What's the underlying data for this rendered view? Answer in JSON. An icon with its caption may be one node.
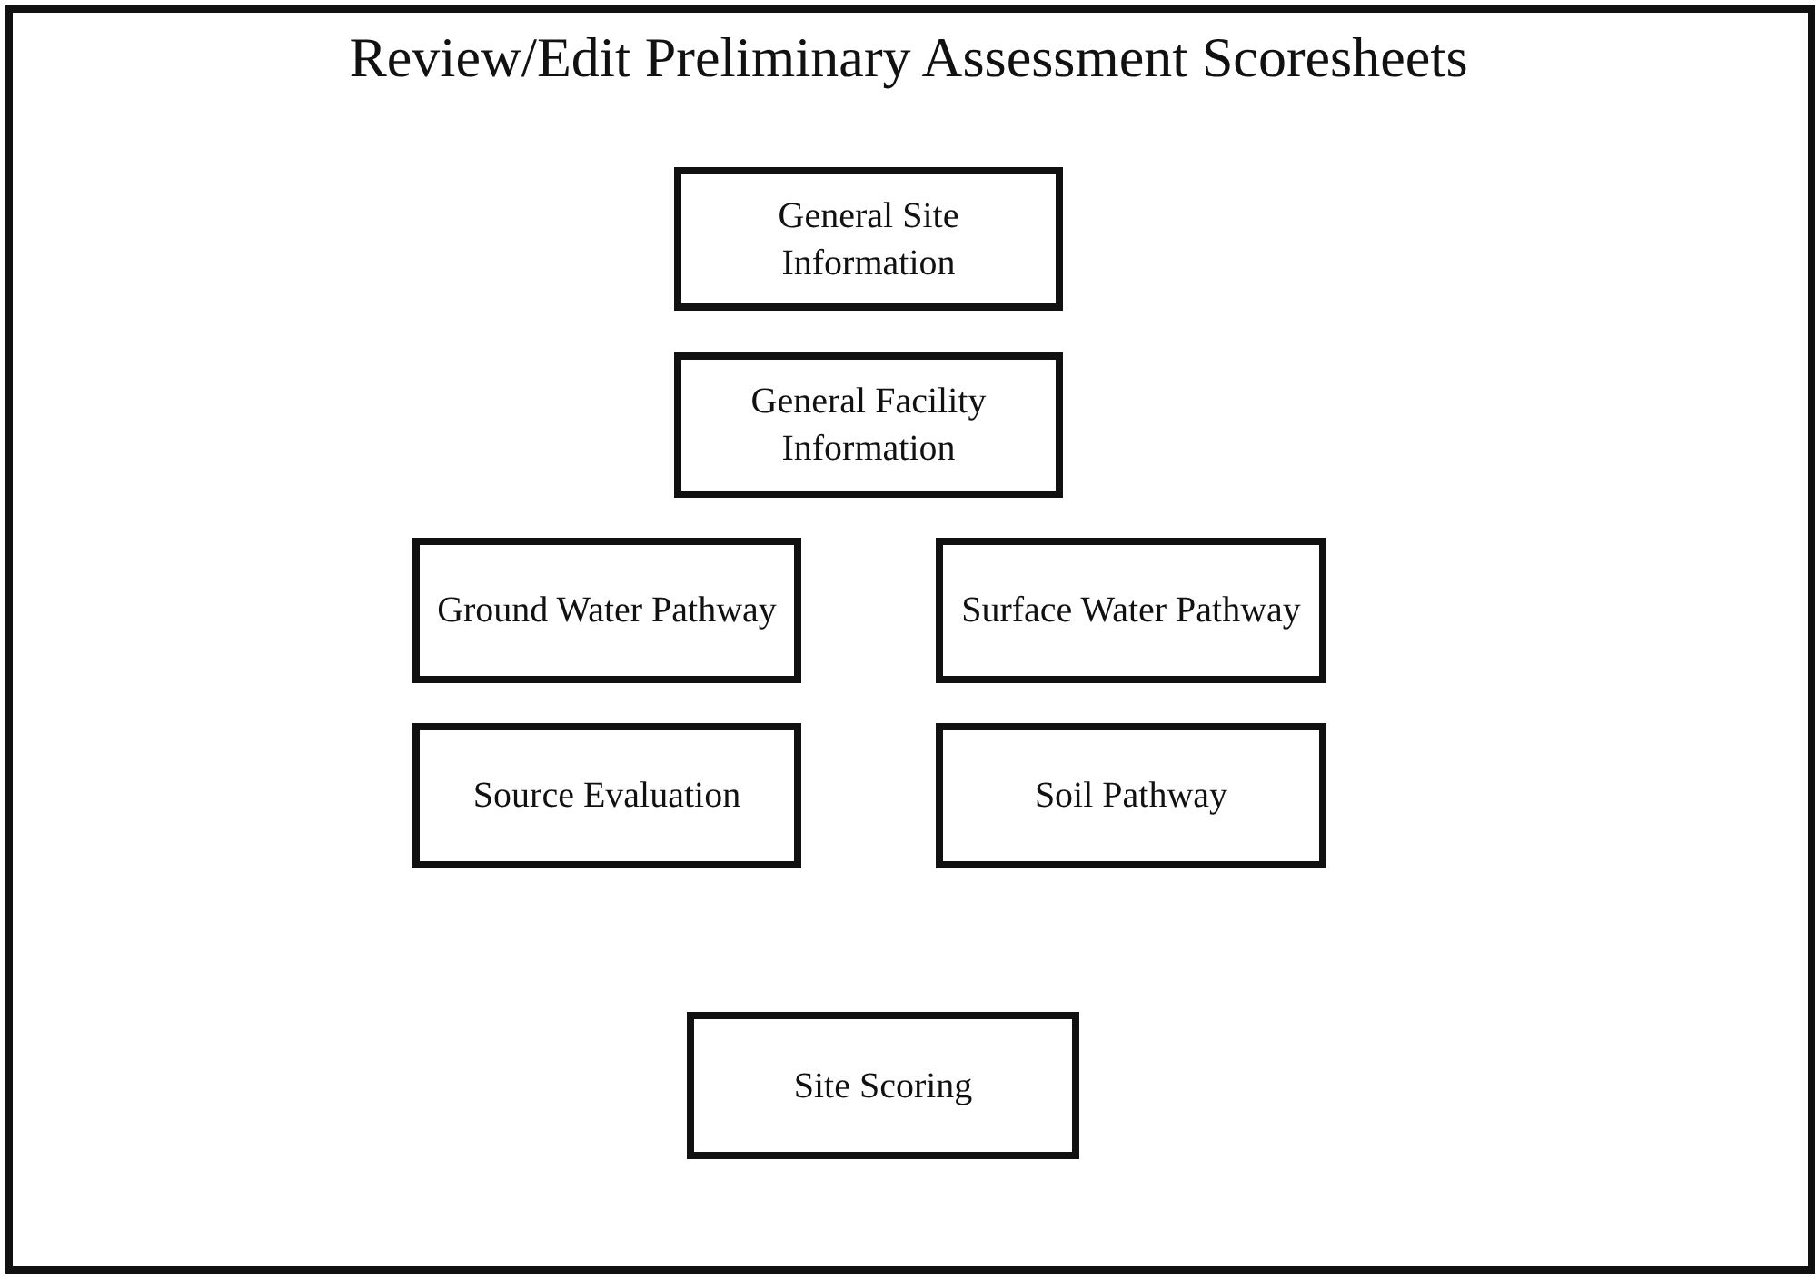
{
  "diagram": {
    "title": "Review/Edit Preliminary Assessment Scoresheets",
    "nodes": [
      {
        "text": [
          "General Site Information"
        ]
      },
      {
        "text": [
          "General Facility Information"
        ]
      },
      {
        "text": [
          "Ground Water Pathway"
        ]
      },
      {
        "text": [
          "Surface Water Pathway"
        ]
      },
      {
        "text": [
          "Source Evaluation"
        ]
      },
      {
        "text": [
          "Soil Pathway"
        ]
      },
      {
        "text": [
          "Site Scoring"
        ]
      }
    ]
  }
}
